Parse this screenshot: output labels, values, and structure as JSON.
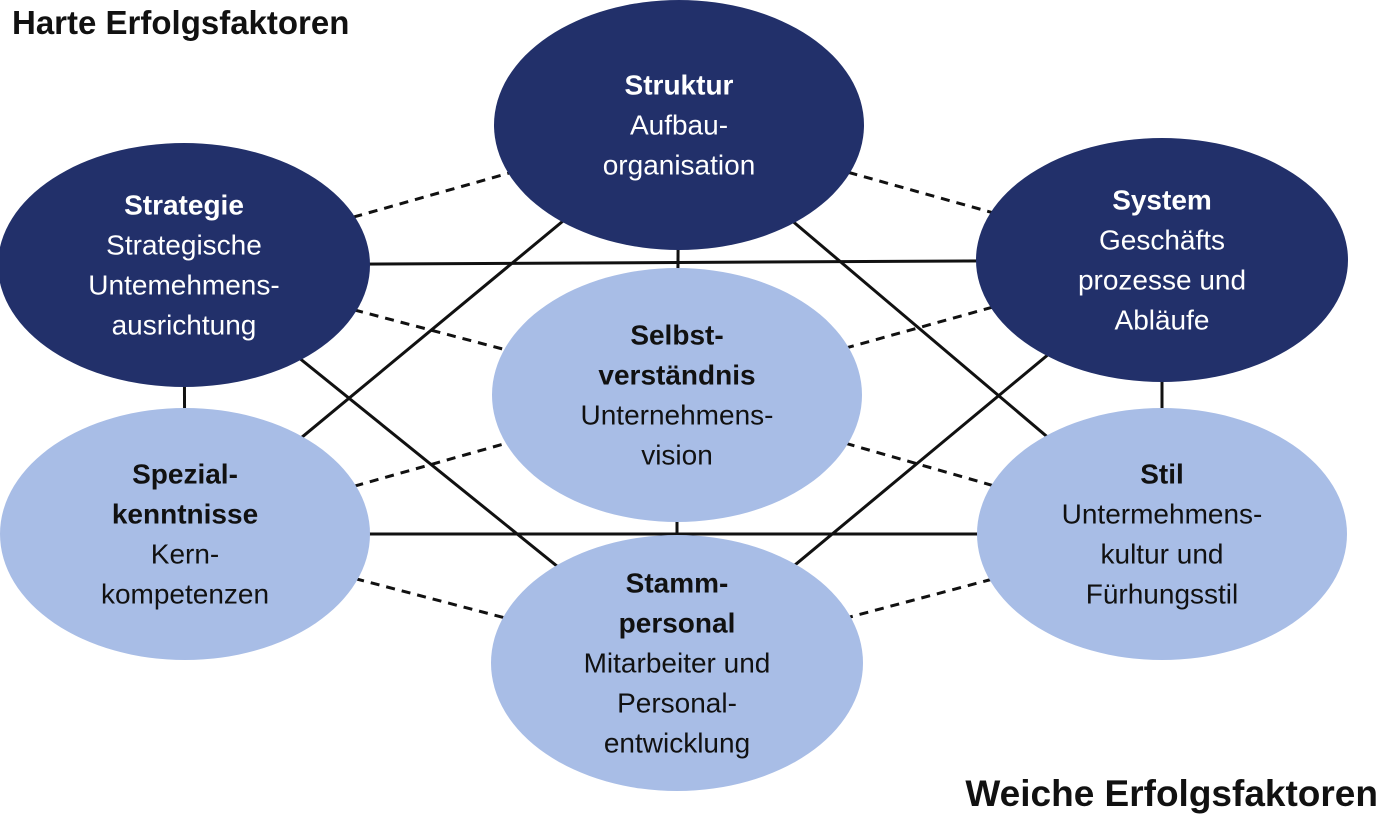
{
  "titles": {
    "hard": "Harte Erfolgsfaktoren",
    "soft": "Weiche Erfolgsfaktoren"
  },
  "colors": {
    "hard_fill": "#22306A",
    "soft_fill": "#A8BDE6",
    "hard_text": "#FFFFFF",
    "soft_text": "#111111",
    "connector": "#111111"
  },
  "nodes": [
    {
      "id": "struktur",
      "group": "hard",
      "heading": [
        "Struktur"
      ],
      "description": [
        "Aufbau-",
        "organisation"
      ]
    },
    {
      "id": "strategie",
      "group": "hard",
      "heading": [
        "Strategie"
      ],
      "description": [
        "Strategische",
        "Untemehmens-",
        "ausrichtung"
      ]
    },
    {
      "id": "system",
      "group": "hard",
      "heading": [
        "System"
      ],
      "description": [
        "Geschäfts",
        "prozesse und",
        "Abläufe"
      ]
    },
    {
      "id": "selbstverstaendnis",
      "group": "soft",
      "heading": [
        "Selbst-",
        "verständnis"
      ],
      "description": [
        "Unternehmens-",
        "vision"
      ]
    },
    {
      "id": "spezialkenntnisse",
      "group": "soft",
      "heading": [
        "Spezial-",
        "kenntnisse"
      ],
      "description": [
        "Kern-",
        "kompetenzen"
      ]
    },
    {
      "id": "stil",
      "group": "soft",
      "heading": [
        "Stil"
      ],
      "description": [
        "Untermehmens-",
        "kultur und",
        "Fürhungsstil"
      ]
    },
    {
      "id": "stammpersonal",
      "group": "soft",
      "heading": [
        "Stamm-",
        "personal"
      ],
      "description": [
        "Mitarbeiter und",
        "Personal-",
        "entwicklung"
      ]
    }
  ],
  "connections": [
    {
      "from": "strategie",
      "to": "system",
      "style": "solid"
    },
    {
      "from": "spezialkenntnisse",
      "to": "stil",
      "style": "solid"
    },
    {
      "from": "struktur",
      "to": "selbstverstaendnis",
      "style": "solid"
    },
    {
      "from": "selbstverstaendnis",
      "to": "stammpersonal",
      "style": "solid"
    },
    {
      "from": "strategie",
      "to": "spezialkenntnisse",
      "style": "solid"
    },
    {
      "from": "system",
      "to": "stil",
      "style": "solid"
    },
    {
      "from": "struktur",
      "to": "spezialkenntnisse",
      "style": "solid"
    },
    {
      "from": "struktur",
      "to": "stil",
      "style": "solid"
    },
    {
      "from": "strategie",
      "to": "stammpersonal",
      "style": "solid"
    },
    {
      "from": "system",
      "to": "stammpersonal",
      "style": "solid"
    },
    {
      "from": "strategie",
      "to": "struktur",
      "style": "dashed"
    },
    {
      "from": "struktur",
      "to": "system",
      "style": "dashed"
    },
    {
      "from": "strategie",
      "to": "selbstverstaendnis",
      "style": "dashed"
    },
    {
      "from": "system",
      "to": "selbstverstaendnis",
      "style": "dashed"
    },
    {
      "from": "spezialkenntnisse",
      "to": "selbstverstaendnis",
      "style": "dashed"
    },
    {
      "from": "stil",
      "to": "selbstverstaendnis",
      "style": "dashed"
    },
    {
      "from": "spezialkenntnisse",
      "to": "stammpersonal",
      "style": "dashed"
    },
    {
      "from": "stil",
      "to": "stammpersonal",
      "style": "dashed"
    }
  ]
}
